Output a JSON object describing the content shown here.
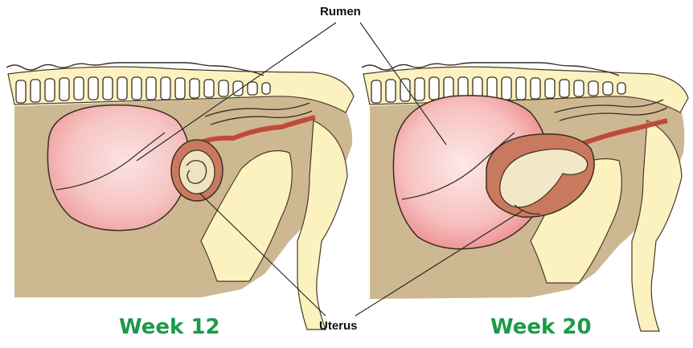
{
  "labels": {
    "rumen": "Rumen",
    "uterus": "Uterus"
  },
  "panels": [
    {
      "week_label": "Week 12"
    },
    {
      "week_label": "Week 20"
    }
  ],
  "colors": {
    "week_text": "#1d9a4a",
    "body_fill": "#cdb892",
    "rumen_fill": "#f7c6c4",
    "uterus_fill": "#c97a5e",
    "bone_fill": "#fbf2c0"
  }
}
